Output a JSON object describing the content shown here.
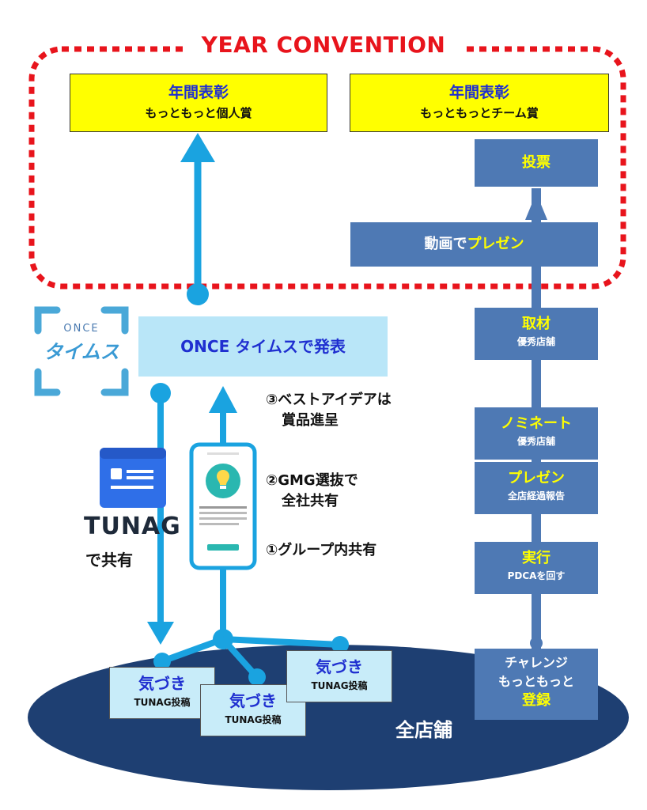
{
  "convention": {
    "title": "YEAR CONVENTION"
  },
  "awards": [
    {
      "line1": "年間表彰",
      "line2": "もっともっと個人賞"
    },
    {
      "line1": "年間表彰",
      "line2": "もっともっとチーム賞"
    }
  ],
  "right_flow": {
    "vote": "投票",
    "video": {
      "prefix": "動画で",
      "highlight": "プレゼン"
    },
    "interview": {
      "title": "取材",
      "sub": "優秀店舗"
    },
    "nominate": {
      "title": "ノミネート",
      "sub": "優秀店舗"
    },
    "present": {
      "title": "プレゼン",
      "sub": "全店経過報告"
    },
    "execute": {
      "title": "実行",
      "sub": "PDCAを回す"
    },
    "register": {
      "line1": "チャレンジ",
      "line2": "もっともっと",
      "line3": "登録"
    }
  },
  "once": {
    "logo_word": "ONCE",
    "logo_kana": "タイムス",
    "announce": "ONCE タイムスで発表"
  },
  "notes": {
    "n3_line1": "③ベストアイデアは",
    "n3_line2": "賞品進呈",
    "n2_line1": "②GMG選抜で",
    "n2_line2": "全社共有",
    "n1": "①グループ内共有"
  },
  "tunag": {
    "word": "TUNAG",
    "share": "で共有"
  },
  "posts": [
    {
      "title": "気づき",
      "sub": "TUNAG投稿"
    },
    {
      "title": "気づき",
      "sub": "TUNAG投稿"
    },
    {
      "title": "気づき",
      "sub": "TUNAG投稿"
    }
  ],
  "stores": {
    "label": "全店舗"
  },
  "colors": {
    "red_dash": "#e8141c",
    "award_fill": "#ffff00",
    "step_blue": "#4e79b4",
    "arrow_cyan": "#1aa3e0",
    "ellipse_navy": "#1e3f72",
    "light_box": "#b9e6f8"
  },
  "icons": [
    "once-times-logo",
    "tunag-app-icon",
    "smartphone-icon",
    "lightbulb-icon"
  ]
}
